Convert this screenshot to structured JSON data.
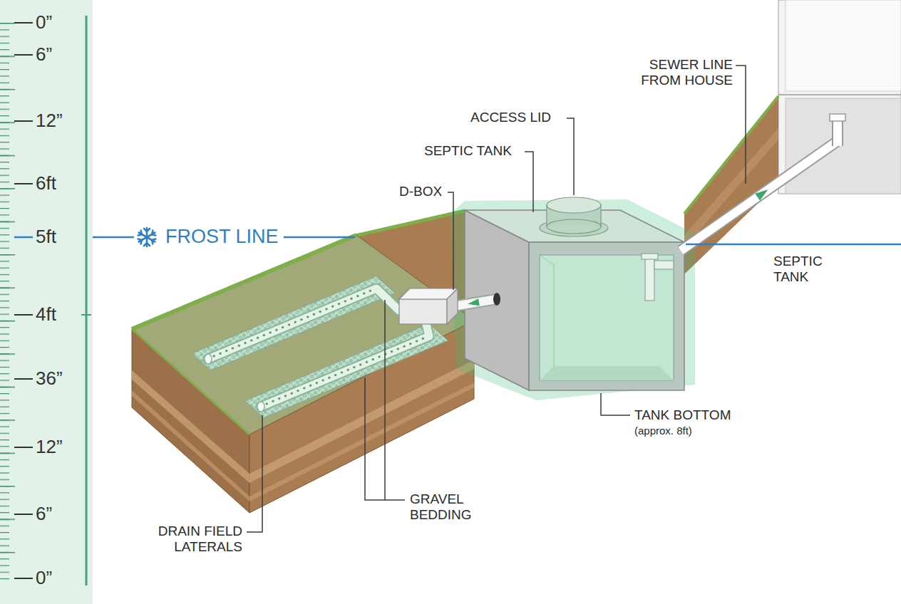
{
  "diagram": {
    "labels": [
      "0”",
      "6”",
      "12”",
      "6ft",
      "5ft",
      "4ft",
      "36”",
      "12”",
      "6”",
      "0”",
      "FROST LINE",
      "SEWER LINE FROM HOUSE",
      "ACCESS LID",
      "SEPTIC TANK",
      "D-BOX",
      "SEPTIC TANK",
      "TANK BOTTOM",
      "(approx. 8ft)",
      "GRAVEL BEDDING",
      "DRAIN FIELD LATERALS"
    ]
  }
}
